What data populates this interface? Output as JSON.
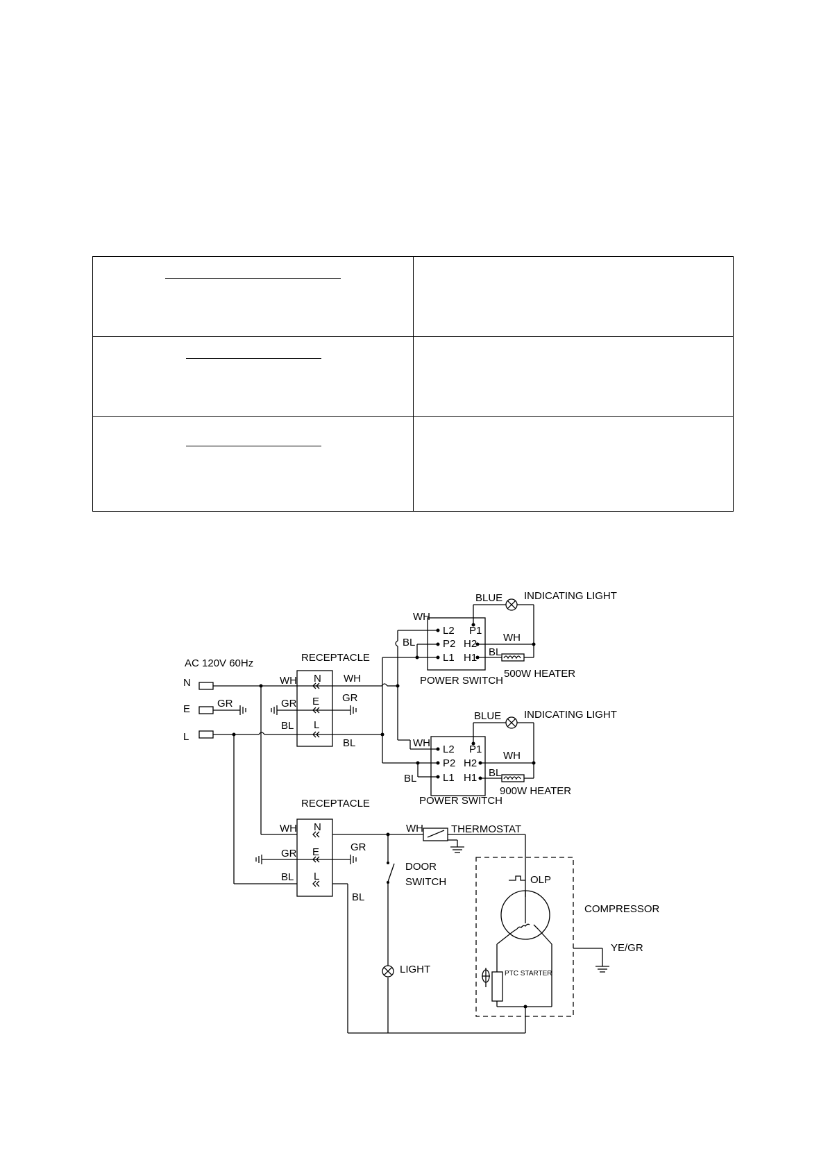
{
  "supply": {
    "title": "AC 120V 60Hz",
    "n": "N",
    "e": "E",
    "l": "L"
  },
  "wires": {
    "wh": "WH",
    "gr": "GR",
    "bl": "BL",
    "blue": "BLUE",
    "yegr": "YE/GR"
  },
  "receptacle": {
    "label": "RECEPTACLE",
    "n": "N",
    "e": "E",
    "l": "L"
  },
  "power_switch": {
    "label": "POWER SWITCH",
    "l1": "L1",
    "l2": "L2",
    "p1": "P1",
    "p2": "P2",
    "h1": "H1",
    "h2": "H2"
  },
  "indicating_light": "INDICATING LIGHT",
  "heater_top": "500W HEATER",
  "heater_bottom": "900W HEATER",
  "thermostat": "THERMOSTAT",
  "door_switch": [
    "DOOR",
    "SWITCH"
  ],
  "light": "LIGHT",
  "olp": "OLP",
  "compressor": "COMPRESSOR",
  "ptc_starter": "PTC STARTER"
}
